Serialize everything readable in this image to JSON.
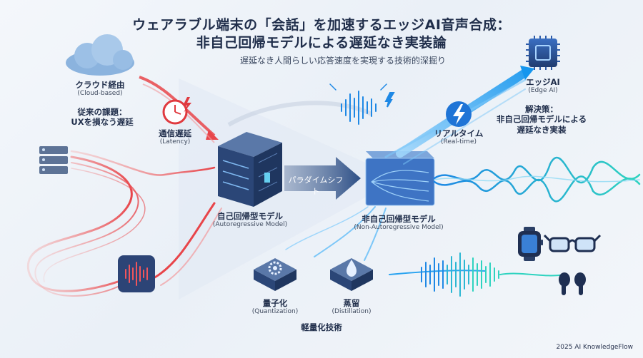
{
  "title_line1": "ウェアラブル端末の「会話」を加速するエッジAI音声合成：",
  "title_line2": "非自己回帰モデルによる遅延なき実装論",
  "subtitle": "遅延なき人間らしい応答速度を実現する技術的深掘り",
  "cloud": {
    "label": "クラウド経由",
    "sub": "(Cloud-based)"
  },
  "problem": {
    "line1": "従来の課題：",
    "line2": "UXを損なう遅延"
  },
  "latency": {
    "label": "通信遅延",
    "sub": "(Latency)"
  },
  "ar_model": {
    "label": "自己回帰型モデル",
    "sub": "(Autoregressive Model)"
  },
  "paradigm_shift": "パラダイムシフト",
  "nar_model": {
    "label": "非自己回帰型モデル",
    "sub": "(Non-Autoregressive Model)"
  },
  "edge_ai": {
    "label": "エッジAI",
    "sub": "(Edge AI)"
  },
  "realtime": {
    "label": "リアルタイム",
    "sub": "(Real-time)"
  },
  "solution": {
    "line1": "解決策：",
    "line2": "非自己回帰モデルによる",
    "line3": "遅延なき実装"
  },
  "quantization": {
    "label": "量子化",
    "sub": "(Quantization)"
  },
  "distillation": {
    "label": "蒸留",
    "sub": "(Distillation)"
  },
  "lightweight": "軽量化技術",
  "footer": "2025 AI KnowledgeFlow",
  "colors": {
    "red_flow": "#e8454a",
    "blue_flow": "#2aa3f0",
    "teal_wave": "#26c6b8",
    "navy": "#223a6b"
  }
}
